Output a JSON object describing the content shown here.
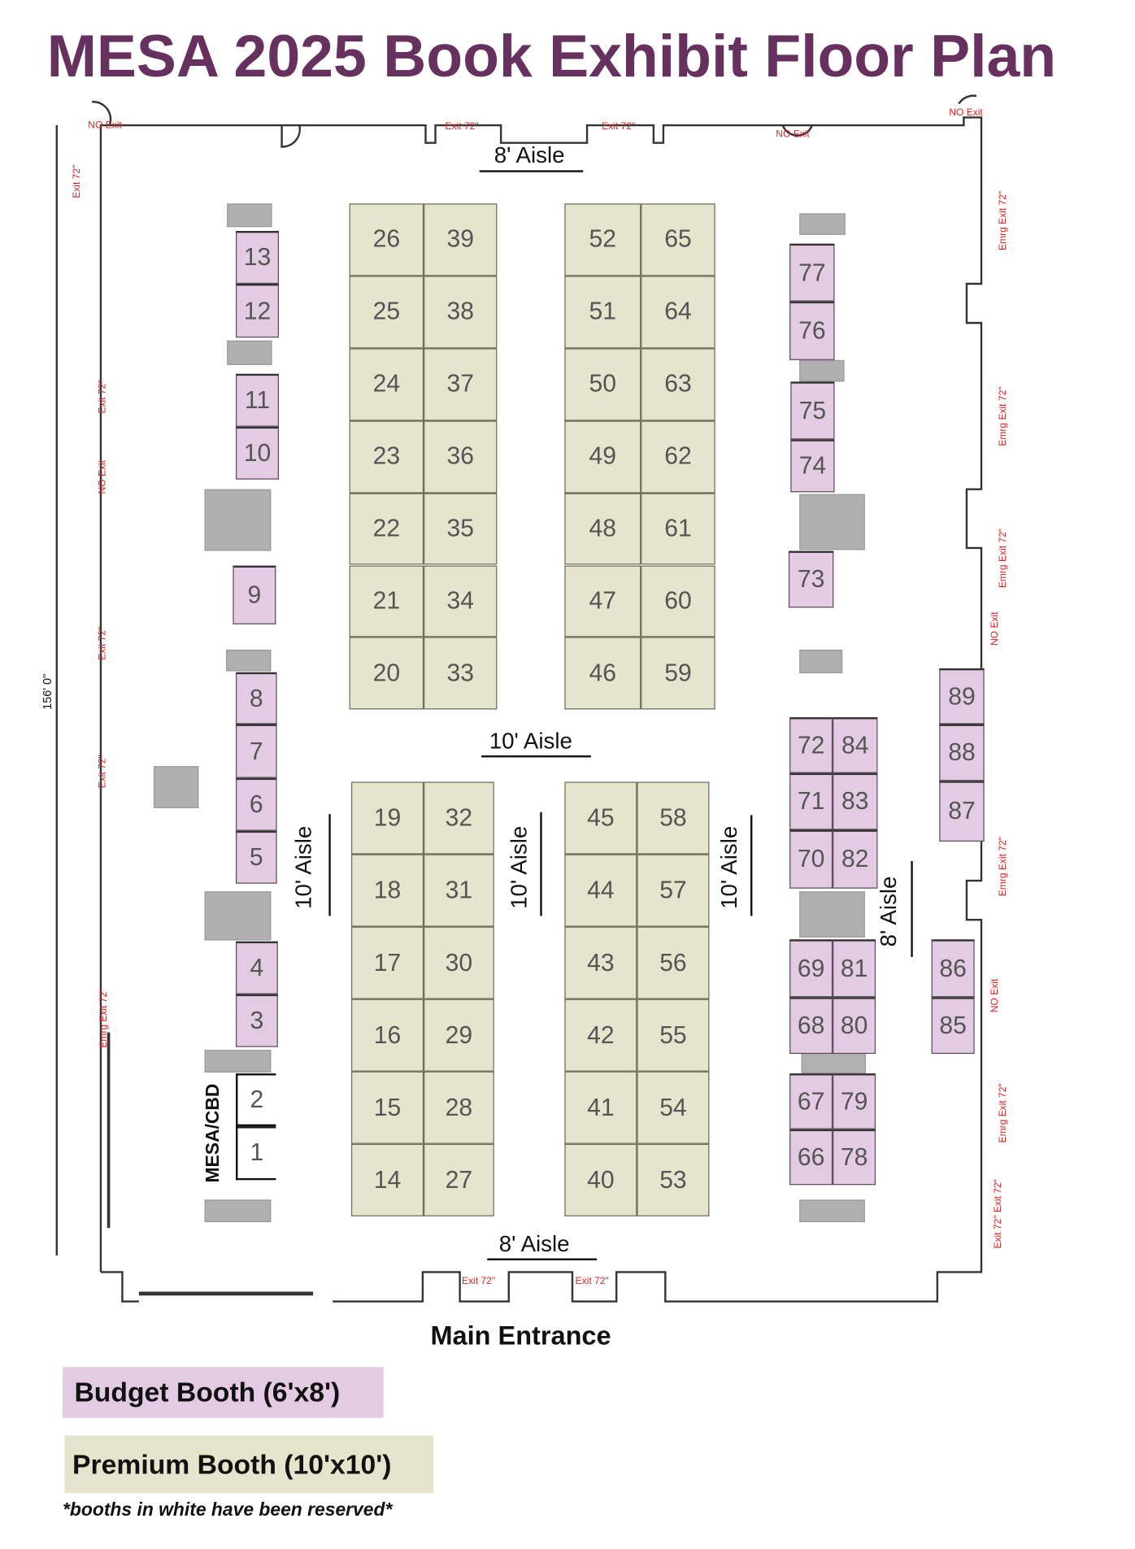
{
  "title": "MESA 2025 Book Exhibit Floor Plan",
  "colors": {
    "title": "#66305f",
    "budget": "#e3cce3",
    "premium": "#e5e4cc",
    "reserved": "#ffffff",
    "storage": "#b0b0b0",
    "exit_text": "#dd2222"
  },
  "aisles": {
    "top": "8' Aisle",
    "middle": "10' Aisle",
    "vertical_left": "10' Aisle",
    "vertical_center": "10' Aisle",
    "vertical_right": "10' Aisle",
    "vertical_far_right": "8' Aisle",
    "bottom": "8' Aisle"
  },
  "dimension": "156' 0\"",
  "reserved_label": "MESA/CBD",
  "main_entrance": "Main Entrance",
  "exits": [
    "NO Exit",
    "Exit 72\"",
    "Exit 72\"",
    "NO Exit",
    "NO Exit",
    "Exit 72\"",
    "Exit 72\"",
    "NO Exit",
    "Exit 72\"",
    "Exit 72\"",
    "Emrg Exit 72\"",
    "Emrg Exit 72\"",
    "Emrg Exit 72\"",
    "Emrg Exit 72\"",
    "NO Exit",
    "Emrg Exit 72\"",
    "NO Exit",
    "Emrg Exit 72\"",
    "Exit 72\" Exit 72\"",
    "Exit 72\"",
    "Exit 72\""
  ],
  "legend": {
    "budget": "Budget Booth (6'x8')",
    "premium": "Premium Booth (10'x10')",
    "note": "*booths in white have been reserved*"
  },
  "booths": [
    {
      "number": "26",
      "type": "premium"
    },
    {
      "number": "25",
      "type": "premium"
    },
    {
      "number": "24",
      "type": "premium"
    },
    {
      "number": "23",
      "type": "premium"
    },
    {
      "number": "22",
      "type": "premium"
    },
    {
      "number": "21",
      "type": "premium"
    },
    {
      "number": "20",
      "type": "premium"
    },
    {
      "number": "39",
      "type": "premium"
    },
    {
      "number": "38",
      "type": "premium"
    },
    {
      "number": "37",
      "type": "premium"
    },
    {
      "number": "36",
      "type": "premium"
    },
    {
      "number": "35",
      "type": "premium"
    },
    {
      "number": "34",
      "type": "premium"
    },
    {
      "number": "33",
      "type": "premium"
    },
    {
      "number": "52",
      "type": "premium"
    },
    {
      "number": "51",
      "type": "premium"
    },
    {
      "number": "50",
      "type": "premium"
    },
    {
      "number": "49",
      "type": "premium"
    },
    {
      "number": "48",
      "type": "premium"
    },
    {
      "number": "47",
      "type": "premium"
    },
    {
      "number": "46",
      "type": "premium"
    },
    {
      "number": "65",
      "type": "premium"
    },
    {
      "number": "64",
      "type": "premium"
    },
    {
      "number": "63",
      "type": "premium"
    },
    {
      "number": "62",
      "type": "premium"
    },
    {
      "number": "61",
      "type": "premium"
    },
    {
      "number": "60",
      "type": "premium"
    },
    {
      "number": "59",
      "type": "premium"
    },
    {
      "number": "19",
      "type": "premium"
    },
    {
      "number": "18",
      "type": "premium"
    },
    {
      "number": "17",
      "type": "premium"
    },
    {
      "number": "16",
      "type": "premium"
    },
    {
      "number": "15",
      "type": "premium"
    },
    {
      "number": "14",
      "type": "premium"
    },
    {
      "number": "32",
      "type": "premium"
    },
    {
      "number": "31",
      "type": "premium"
    },
    {
      "number": "30",
      "type": "premium"
    },
    {
      "number": "29",
      "type": "premium"
    },
    {
      "number": "28",
      "type": "premium"
    },
    {
      "number": "27",
      "type": "premium"
    },
    {
      "number": "45",
      "type": "premium"
    },
    {
      "number": "44",
      "type": "premium"
    },
    {
      "number": "43",
      "type": "premium"
    },
    {
      "number": "42",
      "type": "premium"
    },
    {
      "number": "41",
      "type": "premium"
    },
    {
      "number": "40",
      "type": "premium"
    },
    {
      "number": "58",
      "type": "premium"
    },
    {
      "number": "57",
      "type": "premium"
    },
    {
      "number": "56",
      "type": "premium"
    },
    {
      "number": "55",
      "type": "premium"
    },
    {
      "number": "54",
      "type": "premium"
    },
    {
      "number": "53",
      "type": "premium"
    },
    {
      "number": "13",
      "type": "budget"
    },
    {
      "number": "12",
      "type": "budget"
    },
    {
      "number": "11",
      "type": "budget"
    },
    {
      "number": "10",
      "type": "budget"
    },
    {
      "number": "9",
      "type": "budget"
    },
    {
      "number": "8",
      "type": "budget"
    },
    {
      "number": "7",
      "type": "budget"
    },
    {
      "number": "6",
      "type": "budget"
    },
    {
      "number": "5",
      "type": "budget"
    },
    {
      "number": "4",
      "type": "budget"
    },
    {
      "number": "3",
      "type": "budget"
    },
    {
      "number": "2",
      "type": "reserved"
    },
    {
      "number": "1",
      "type": "reserved"
    },
    {
      "number": "77",
      "type": "budget"
    },
    {
      "number": "76",
      "type": "budget"
    },
    {
      "number": "75",
      "type": "budget"
    },
    {
      "number": "74",
      "type": "budget"
    },
    {
      "number": "73",
      "type": "budget"
    },
    {
      "number": "72",
      "type": "budget"
    },
    {
      "number": "71",
      "type": "budget"
    },
    {
      "number": "70",
      "type": "budget"
    },
    {
      "number": "84",
      "type": "budget"
    },
    {
      "number": "83",
      "type": "budget"
    },
    {
      "number": "82",
      "type": "budget"
    },
    {
      "number": "69",
      "type": "budget"
    },
    {
      "number": "68",
      "type": "budget"
    },
    {
      "number": "81",
      "type": "budget"
    },
    {
      "number": "80",
      "type": "budget"
    },
    {
      "number": "67",
      "type": "budget"
    },
    {
      "number": "66",
      "type": "budget"
    },
    {
      "number": "79",
      "type": "budget"
    },
    {
      "number": "78",
      "type": "budget"
    },
    {
      "number": "89",
      "type": "budget"
    },
    {
      "number": "88",
      "type": "budget"
    },
    {
      "number": "87",
      "type": "budget"
    },
    {
      "number": "86",
      "type": "budget"
    },
    {
      "number": "85",
      "type": "budget"
    }
  ]
}
